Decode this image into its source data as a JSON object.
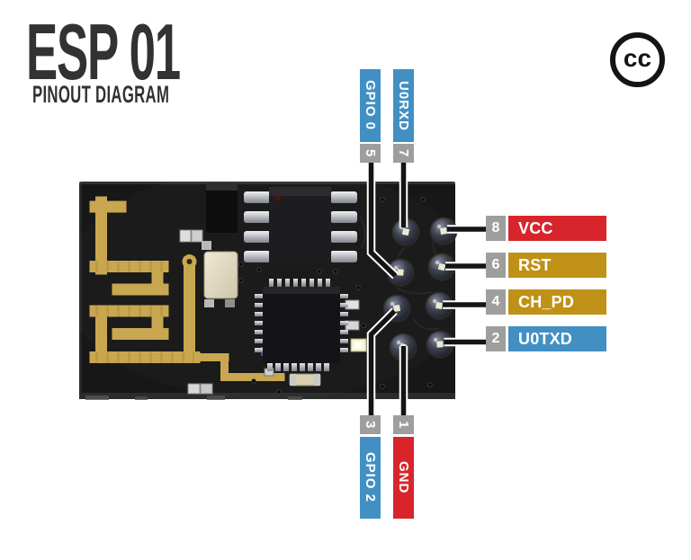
{
  "header": {
    "title": "ESP 01",
    "subtitle": "PINOUT DIAGRAM"
  },
  "license_badge": {
    "label": "cc"
  },
  "palette": {
    "pin_number_gray": "#9E9E9D",
    "data_blue": "#4290C3",
    "power_red": "#D8252C",
    "control_gold": "#BF9116",
    "ink": "#333231",
    "line_black": "#141414"
  },
  "pins": {
    "top": [
      {
        "number": "5",
        "name": "GPIO 0",
        "color": "#4290C3"
      },
      {
        "number": "7",
        "name": "U0RXD",
        "color": "#4290C3"
      }
    ],
    "right": [
      {
        "number": "8",
        "name": "VCC",
        "color": "#D8252C"
      },
      {
        "number": "6",
        "name": "RST",
        "color": "#BF9116"
      },
      {
        "number": "4",
        "name": "CH_PD",
        "color": "#BF9116"
      },
      {
        "number": "2",
        "name": "U0TXD",
        "color": "#4290C3"
      }
    ],
    "bottom": [
      {
        "number": "3",
        "name": "GPIO 2",
        "color": "#4290C3"
      },
      {
        "number": "1",
        "name": "GND",
        "color": "#D8252C"
      }
    ]
  },
  "board": {
    "description": "ESP-01 WiFi module photo with 2x4 pin header"
  }
}
